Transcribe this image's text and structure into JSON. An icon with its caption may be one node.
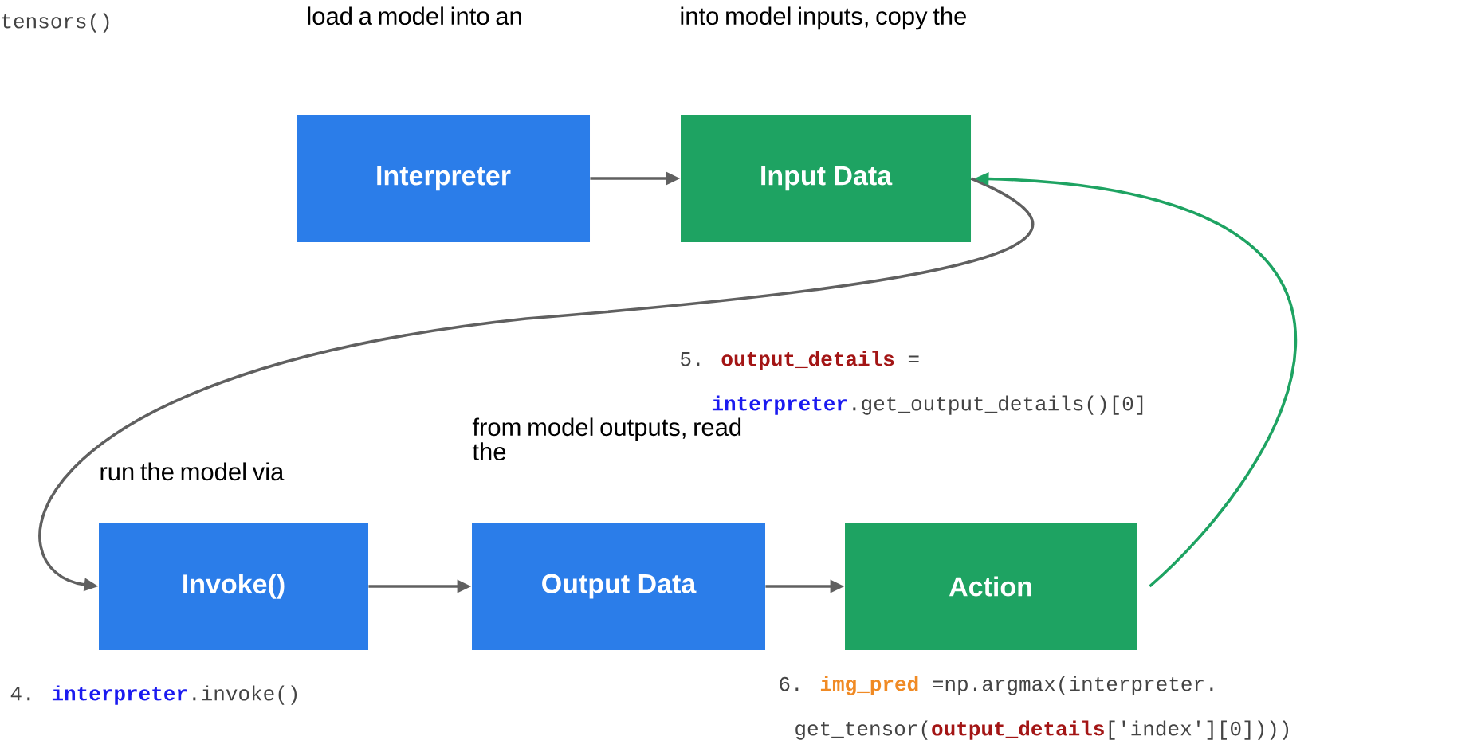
{
  "diagram": {
    "nodes": [
      {
        "text": [
          "load a model into an",
          "Interpreter"
        ]
      },
      {
        "text": [
          "into model inputs, copy the",
          "Input Data"
        ]
      },
      {
        "text": [
          "run the model via",
          "Invoke()"
        ]
      },
      {
        "text": [
          "from model outputs, read the",
          "Output Data"
        ]
      },
      {
        "text": [
          "Action"
        ]
      }
    ],
    "edges": [
      {
        "from": 0,
        "to": 1,
        "arrow": "to"
      },
      {
        "from": 1,
        "to": 2,
        "arrow": "to"
      },
      {
        "from": 2,
        "to": 3,
        "arrow": "to"
      },
      {
        "from": 3,
        "to": 4,
        "arrow": "to"
      },
      {
        "from": 4,
        "to": 1,
        "arrow": "to",
        "color": "#1ea362"
      }
    ],
    "labels": [
      "tensors()",
      "5. **output_details** =",
      "**interpreter**.get_output_details()[0]",
      "4. **interpreter**.invoke()",
      "6. **img_pred** =np.argmax(interpreter.",
      "get_tensor(**output_details**['index'][0])))"
    ]
  }
}
